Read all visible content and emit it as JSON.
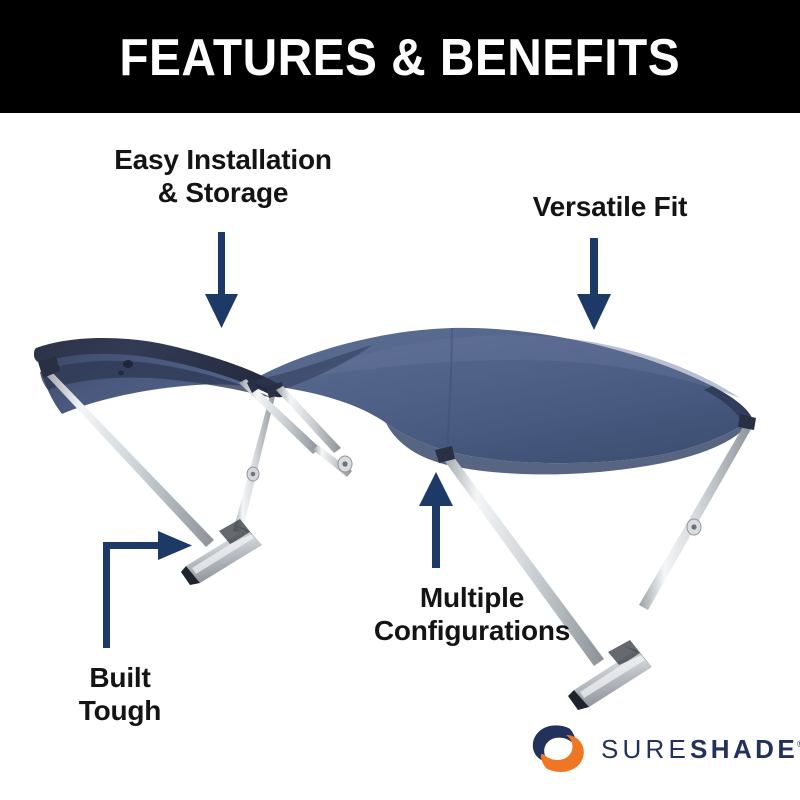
{
  "header": {
    "title": "FEATURES & BENEFITS",
    "background_color": "#000000",
    "text_color": "#ffffff"
  },
  "callouts": [
    {
      "id": "easy-installation",
      "label": "Easy Installation\n& Storage",
      "arrow": "down-arrow-icon"
    },
    {
      "id": "versatile-fit",
      "label": "Versatile Fit",
      "arrow": "down-arrow-icon"
    },
    {
      "id": "multiple-configurations",
      "label": "Multiple\nConfigurations",
      "arrow": "up-arrow-icon"
    },
    {
      "id": "built-tough",
      "label": "Built\nTough",
      "arrow": "elbow-arrow-right-icon"
    }
  ],
  "product": {
    "name": "boat-bimini-top",
    "canopy_color": "#4a5c82",
    "canopy_shadow_color": "#2e3a55",
    "canopy_fold_color": "#262d43",
    "frame_color": "#c9cdd1",
    "frame_highlight_color": "#f2f4f5"
  },
  "brand": {
    "mark": "sureshade-s-logo-icon",
    "name_light": "SURE",
    "name_bold": "SHADE",
    "registered": "®",
    "navy": "#22325c",
    "orange": "#ef7622"
  },
  "arrow_color": "#1d3a66"
}
